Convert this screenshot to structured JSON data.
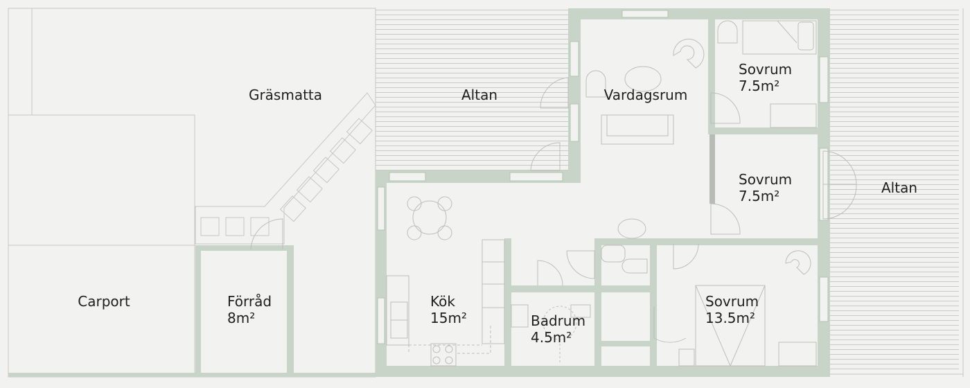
{
  "rooms": {
    "grasmatta": {
      "name": "Gräsmatta"
    },
    "altan_main": {
      "name": "Altan"
    },
    "vardagsrum": {
      "name": "Vardagsrum"
    },
    "sovrum_top": {
      "name": "Sovrum",
      "area": "7.5m²"
    },
    "sovrum_mid": {
      "name": "Sovrum",
      "area": "7.5m²"
    },
    "altan_right": {
      "name": "Altan"
    },
    "carport": {
      "name": "Carport"
    },
    "forrad": {
      "name": "Förråd",
      "area": "8m²"
    },
    "kok": {
      "name": "Kök",
      "area": "15m²"
    },
    "badrum": {
      "name": "Badrum",
      "area": "4.5m²"
    },
    "sovrum_large": {
      "name": "Sovrum",
      "area": "13.5m²"
    }
  },
  "colors": {
    "background": "#f2f2f0",
    "wall": "#c8d4c7",
    "line": "#c6c6c3",
    "text": "#1e1e1e"
  }
}
